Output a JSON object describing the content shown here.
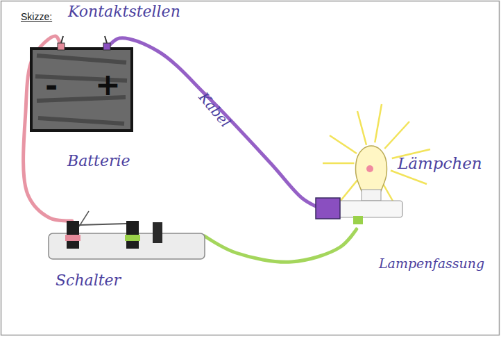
{
  "diagram": {
    "title": "Skizze:",
    "nodes": [
      {
        "text": [
          "-",
          "+",
          "Batterie"
        ]
      },
      {
        "text": [
          "Schalter"
        ]
      },
      {
        "text": [
          "Lämpchen"
        ]
      }
    ],
    "edges": [
      {
        "from": 0,
        "to": 1,
        "arrow": "none"
      },
      {
        "from": 1,
        "to": 2,
        "arrow": "none"
      },
      {
        "from": 0,
        "to": 2,
        "label": "Kabel",
        "arrow": "none"
      }
    ],
    "labels": [
      "Kontaktstellen",
      "Lampenfassung"
    ]
  }
}
